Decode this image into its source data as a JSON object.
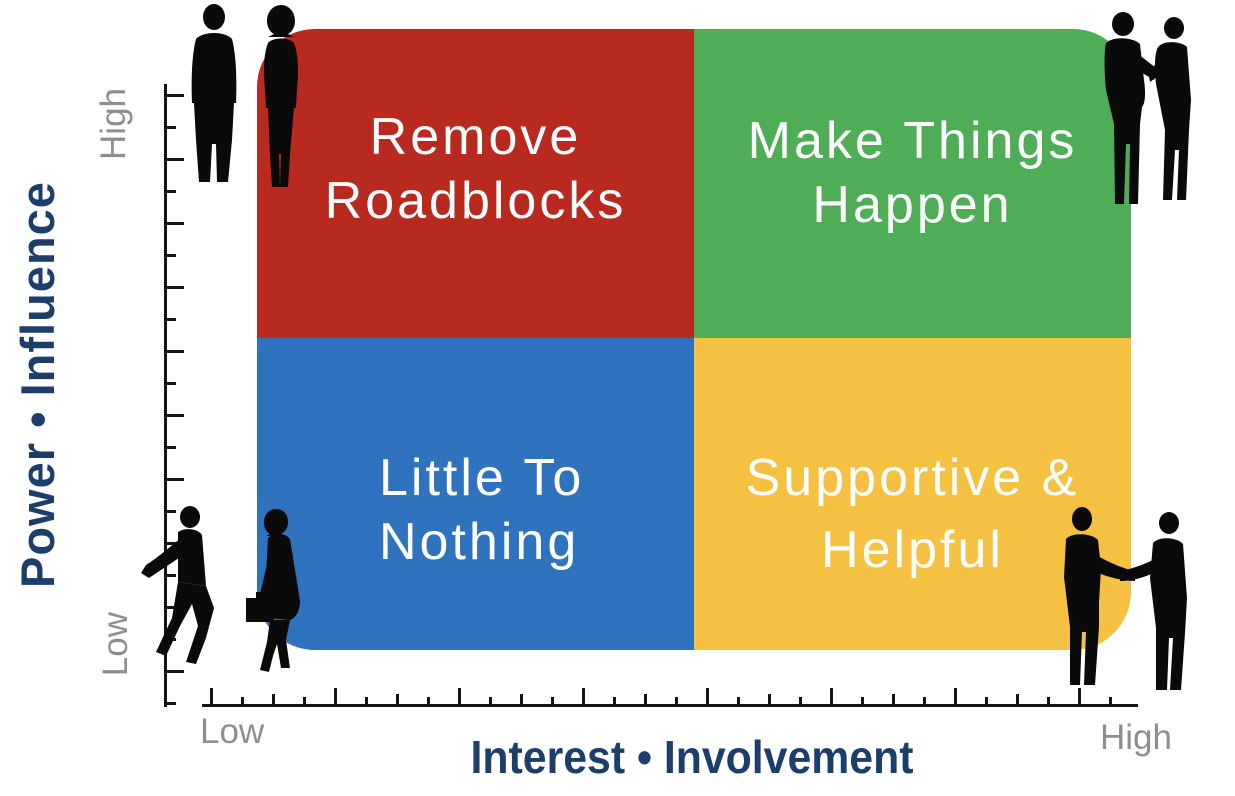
{
  "matrix": {
    "type": "quadrant-matrix",
    "quadrants": [
      {
        "position": "top-left",
        "label_lines": [
          "Remove",
          "Roadblocks"
        ],
        "color": "#b8291f"
      },
      {
        "position": "top-right",
        "label_lines": [
          "Make Things",
          "Happen"
        ],
        "color": "#4fad58"
      },
      {
        "position": "bottom-left",
        "label_lines": [
          "Little To",
          "Nothing"
        ],
        "color": "#2f73be"
      },
      {
        "position": "bottom-right",
        "label_lines": [
          "Supportive &",
          "Helpful"
        ],
        "color": "#f4c142"
      }
    ],
    "y_axis": {
      "title": "Power • Influence",
      "high": "High",
      "low": "Low",
      "ticks": 20
    },
    "x_axis": {
      "title": "Interest • Involvement",
      "low": "Low",
      "high": "High",
      "ticks": 30
    },
    "text_color": "#ffffff",
    "title_color": "#1c3e6b",
    "end_label_color": "#8e8e8e",
    "axis_color": "#141414"
  },
  "icons": {
    "top_left": "standing-business-pair-icon",
    "top_right": "discussing-business-pair-icon",
    "bottom_left": "walking-business-pair-icon",
    "bottom_right": "handshake-business-pair-icon"
  }
}
